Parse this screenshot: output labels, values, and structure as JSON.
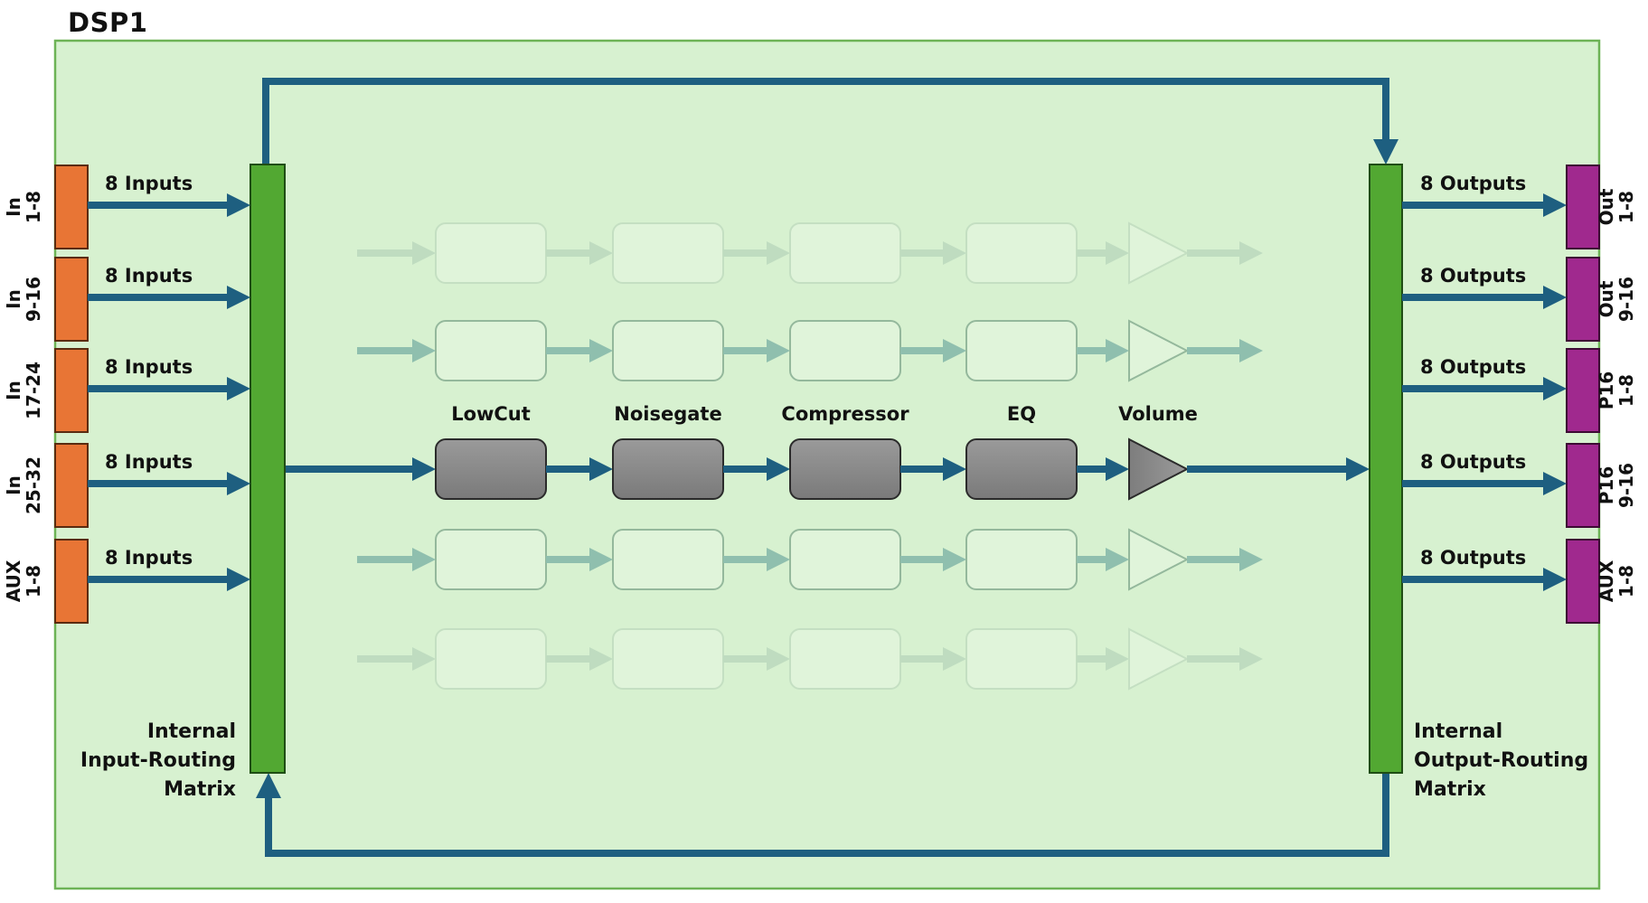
{
  "title": "DSP1",
  "colors": {
    "frame_fill": "#d7f1d0",
    "frame_stroke": "#6db356",
    "input_block": "#e87535",
    "output_block": "#a0298e",
    "matrix": "#52a832",
    "arrow": "#1e5f80",
    "processor": "#8e8e8e"
  },
  "inputs": [
    {
      "line1": "In",
      "line2": "1-8",
      "link_label": "8 Inputs"
    },
    {
      "line1": "In",
      "line2": "9-16",
      "link_label": "8 Inputs"
    },
    {
      "line1": "In",
      "line2": "17-24",
      "link_label": "8 Inputs"
    },
    {
      "line1": "In",
      "line2": "25-32",
      "link_label": "8 Inputs"
    },
    {
      "line1": "AUX",
      "line2": "1-8",
      "link_label": "8 Inputs"
    }
  ],
  "outputs": [
    {
      "line1": "Out",
      "line2": "1-8",
      "link_label": "8 Outputs"
    },
    {
      "line1": "Out",
      "line2": "9-16",
      "link_label": "8 Outputs"
    },
    {
      "line1": "P16",
      "line2": "1-8",
      "link_label": "8 Outputs"
    },
    {
      "line1": "P16",
      "line2": "9-16",
      "link_label": "8 Outputs"
    },
    {
      "line1": "AUX",
      "line2": "1-8",
      "link_label": "8 Outputs"
    }
  ],
  "input_matrix": {
    "lines": [
      "Internal",
      "Input-Routing",
      "Matrix"
    ]
  },
  "output_matrix": {
    "lines": [
      "Internal",
      "Output-Routing",
      "Matrix"
    ]
  },
  "processing_chain": {
    "stages": [
      "LowCut",
      "Noisegate",
      "Compressor",
      "EQ",
      "Volume"
    ],
    "channel_rows": [
      {
        "state": "faded-strong"
      },
      {
        "state": "faded"
      },
      {
        "state": "active"
      },
      {
        "state": "faded"
      },
      {
        "state": "faded-strong"
      }
    ]
  }
}
